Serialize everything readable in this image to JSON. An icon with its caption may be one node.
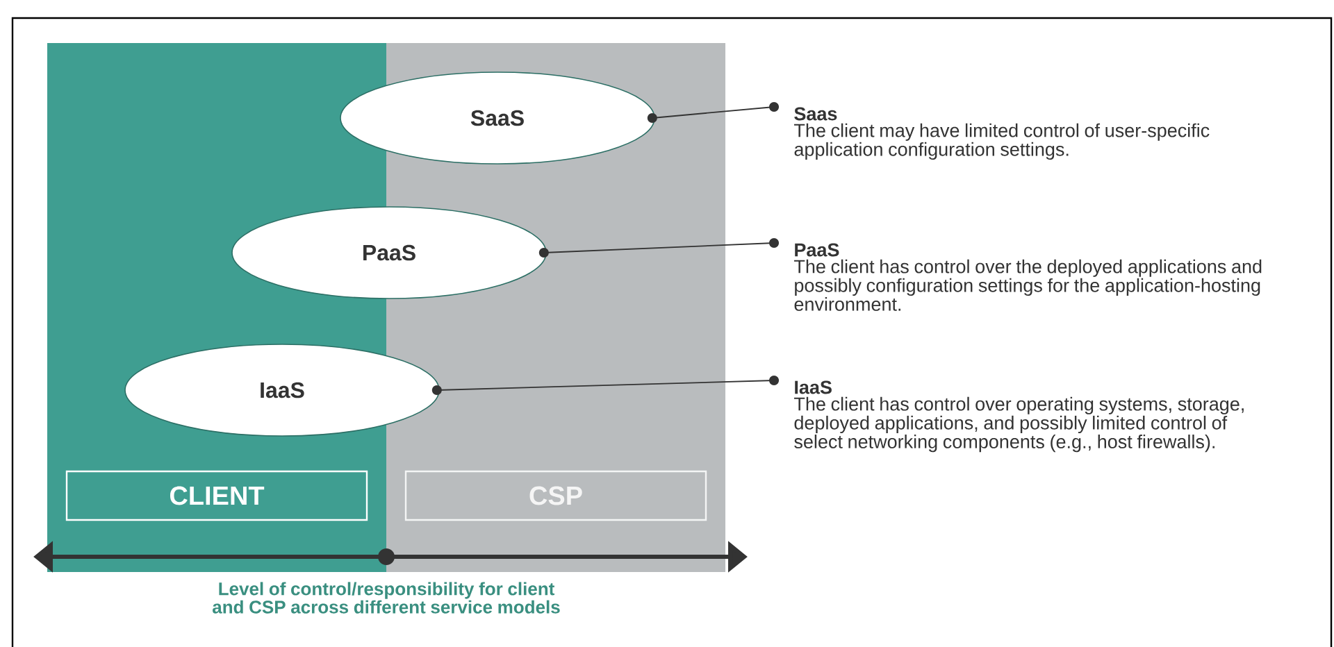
{
  "diagram": {
    "nodes": [
      {
        "text": [
          "SaaS"
        ]
      },
      {
        "text": [
          "PaaS"
        ]
      },
      {
        "text": [
          "IaaS"
        ]
      },
      {
        "text": [
          "Saas",
          "The client may have limited control of user-specific application configuration settings."
        ]
      },
      {
        "text": [
          "PaaS",
          "The client has control over the deployed applications and possibly configuration settings for the application-hosting environment."
        ]
      },
      {
        "text": [
          "IaaS",
          "The client has control over operating systems, storage, deployed applications, and possibly limited control of select networking components (e.g., host firewalls)."
        ]
      },
      {
        "text": [
          "CLIENT"
        ]
      },
      {
        "text": [
          "CSP"
        ]
      }
    ],
    "edges": [
      {
        "from": 0,
        "to": 3,
        "arrow": "other"
      },
      {
        "from": 1,
        "to": 4,
        "arrow": "other"
      },
      {
        "from": 2,
        "to": 5,
        "arrow": "other"
      }
    ],
    "labels": [
      "Level of control/responsibility for client and CSP across different service models"
    ]
  }
}
